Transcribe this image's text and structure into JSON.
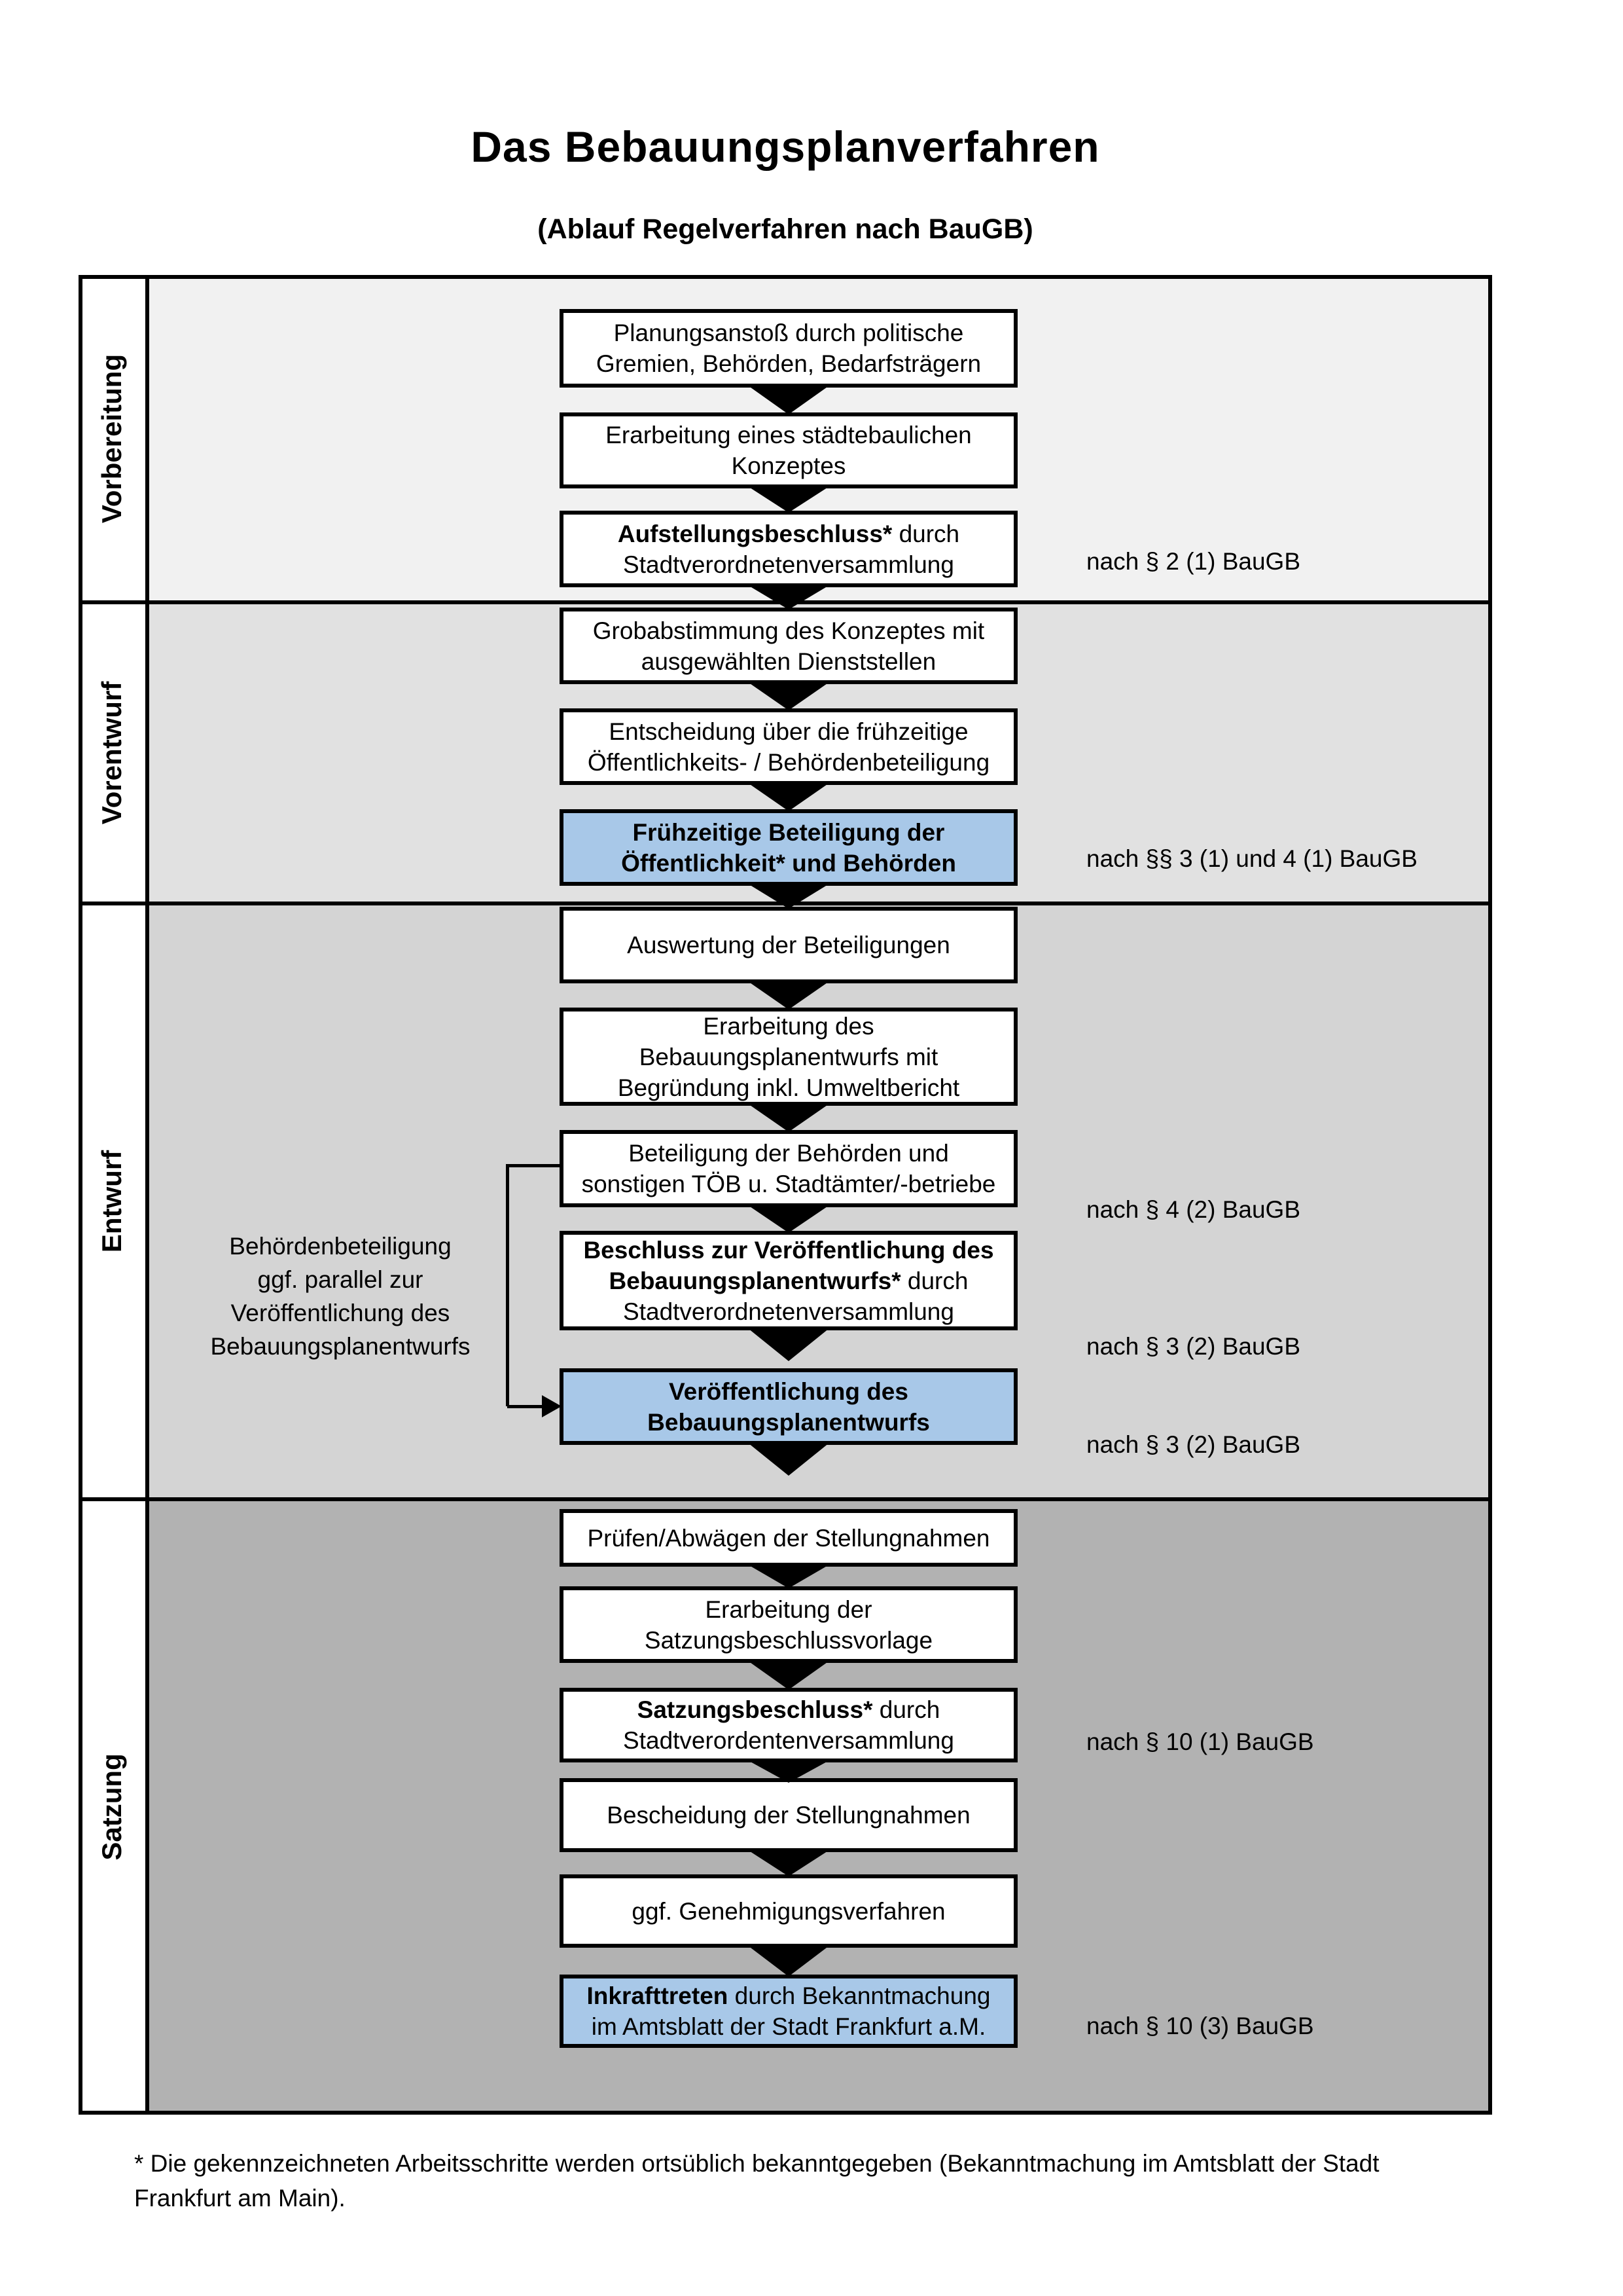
{
  "title": "Das Bebauungsplanverfahren",
  "subtitle": "(Ablauf Regelverfahren nach BauGB)",
  "colors": {
    "highlight_box_fill": "#a8c8e8",
    "box_border": "#000000",
    "section_fills": [
      "#f1f1f1",
      "#e1e1e1",
      "#d4d4d4",
      "#b2b2b2"
    ]
  },
  "stages": [
    {
      "label": "Vorbereitung"
    },
    {
      "label": "Vorentwurf"
    },
    {
      "label": "Entwurf"
    },
    {
      "label": "Satzung"
    }
  ],
  "boxes": [
    {
      "stage": 0,
      "highlight": false,
      "lines": [
        [
          {
            "text": "Planungsanstoß durch politische",
            "bold": false
          }
        ],
        [
          {
            "text": "Gremien, Behörden, Bedarfsträgern",
            "bold": false
          }
        ]
      ]
    },
    {
      "stage": 0,
      "highlight": false,
      "lines": [
        [
          {
            "text": "Erarbeitung eines städtebaulichen",
            "bold": false
          }
        ],
        [
          {
            "text": "Konzeptes",
            "bold": false
          }
        ]
      ]
    },
    {
      "stage": 0,
      "highlight": false,
      "lines": [
        [
          {
            "text": "Aufstellungsbeschluss*",
            "bold": true
          },
          {
            "text": " durch",
            "bold": false
          }
        ],
        [
          {
            "text": "Stadtverordnetenversammlung",
            "bold": false
          }
        ]
      ]
    },
    {
      "stage": 1,
      "highlight": false,
      "lines": [
        [
          {
            "text": "Grobabstimmung des Konzeptes mit",
            "bold": false
          }
        ],
        [
          {
            "text": "ausgewählten Dienststellen",
            "bold": false
          }
        ]
      ]
    },
    {
      "stage": 1,
      "highlight": false,
      "lines": [
        [
          {
            "text": "Entscheidung über die frühzeitige",
            "bold": false
          }
        ],
        [
          {
            "text": "Öffentlichkeits- / Behördenbeteiligung",
            "bold": false
          }
        ]
      ]
    },
    {
      "stage": 1,
      "highlight": true,
      "lines": [
        [
          {
            "text": "Frühzeitige Beteiligung der",
            "bold": true
          }
        ],
        [
          {
            "text": "Öffentlichkeit* und Behörden",
            "bold": true
          }
        ]
      ]
    },
    {
      "stage": 2,
      "highlight": false,
      "lines": [
        [
          {
            "text": "Auswertung der Beteiligungen",
            "bold": false
          }
        ]
      ]
    },
    {
      "stage": 2,
      "highlight": false,
      "lines": [
        [
          {
            "text": "Erarbeitung des",
            "bold": false
          }
        ],
        [
          {
            "text": "Bebauungsplanentwurfs mit",
            "bold": false
          }
        ],
        [
          {
            "text": "Begründung inkl. Umweltbericht",
            "bold": false
          }
        ]
      ]
    },
    {
      "stage": 2,
      "highlight": false,
      "lines": [
        [
          {
            "text": "Beteiligung der Behörden und",
            "bold": false
          }
        ],
        [
          {
            "text": "sonstigen TÖB u. Stadtämter/-betriebe",
            "bold": false
          }
        ]
      ]
    },
    {
      "stage": 2,
      "highlight": false,
      "lines": [
        [
          {
            "text": "Beschluss zur Veröffentlichung des",
            "bold": true
          }
        ],
        [
          {
            "text": "Bebauungsplanentwurfs*",
            "bold": true
          },
          {
            "text": " durch",
            "bold": false
          }
        ],
        [
          {
            "text": "Stadtverordnetenversammlung",
            "bold": false
          }
        ]
      ]
    },
    {
      "stage": 2,
      "highlight": true,
      "lines": [
        [
          {
            "text": "Veröffentlichung des",
            "bold": true
          }
        ],
        [
          {
            "text": "Bebauungsplanentwurfs",
            "bold": true
          }
        ]
      ]
    },
    {
      "stage": 3,
      "highlight": false,
      "lines": [
        [
          {
            "text": "Prüfen/Abwägen der Stellungnahmen",
            "bold": false
          }
        ]
      ]
    },
    {
      "stage": 3,
      "highlight": false,
      "lines": [
        [
          {
            "text": "Erarbeitung der",
            "bold": false
          }
        ],
        [
          {
            "text": "Satzungsbeschlussvorlage",
            "bold": false
          }
        ]
      ]
    },
    {
      "stage": 3,
      "highlight": false,
      "lines": [
        [
          {
            "text": "Satzungsbeschluss*",
            "bold": true
          },
          {
            "text": " durch",
            "bold": false
          }
        ],
        [
          {
            "text": "Stadtverordentenversammlung",
            "bold": false
          }
        ]
      ]
    },
    {
      "stage": 3,
      "highlight": false,
      "lines": [
        [
          {
            "text": "Bescheidung der Stellungnahmen",
            "bold": false
          }
        ]
      ]
    },
    {
      "stage": 3,
      "highlight": false,
      "lines": [
        [
          {
            "text": "ggf. Genehmigungsverfahren",
            "bold": false
          }
        ]
      ]
    },
    {
      "stage": 3,
      "highlight": true,
      "lines": [
        [
          {
            "text": "Inkrafttreten",
            "bold": true
          },
          {
            "text": " durch Bekanntmachung",
            "bold": false
          }
        ],
        [
          {
            "text": "im Amtsblatt der Stadt Frankfurt a.M.",
            "bold": false
          }
        ]
      ]
    }
  ],
  "legal_refs": [
    {
      "text": "nach § 2 (1) BauGB"
    },
    {
      "text": "nach §§ 3 (1) und 4 (1) BauGB"
    },
    {
      "text": "nach § 4 (2) BauGB"
    },
    {
      "text": "nach § 3 (2) BauGB"
    },
    {
      "text": "nach § 3 (2) BauGB"
    },
    {
      "text": "nach § 10 (1) BauGB"
    },
    {
      "text": "nach § 10 (3) BauGB"
    }
  ],
  "side_note": {
    "lines": [
      "Behördenbeteiligung",
      "ggf. parallel zur",
      "Veröffentlichung des",
      "Bebauungsplanentwurfs"
    ]
  },
  "footnote": {
    "lines": [
      "* Die gekennzeichneten Arbeitsschritte werden ortsüblich bekanntgegeben (Bekanntmachung im Amtsblatt  der Stadt",
      "Frankfurt am Main)."
    ]
  }
}
